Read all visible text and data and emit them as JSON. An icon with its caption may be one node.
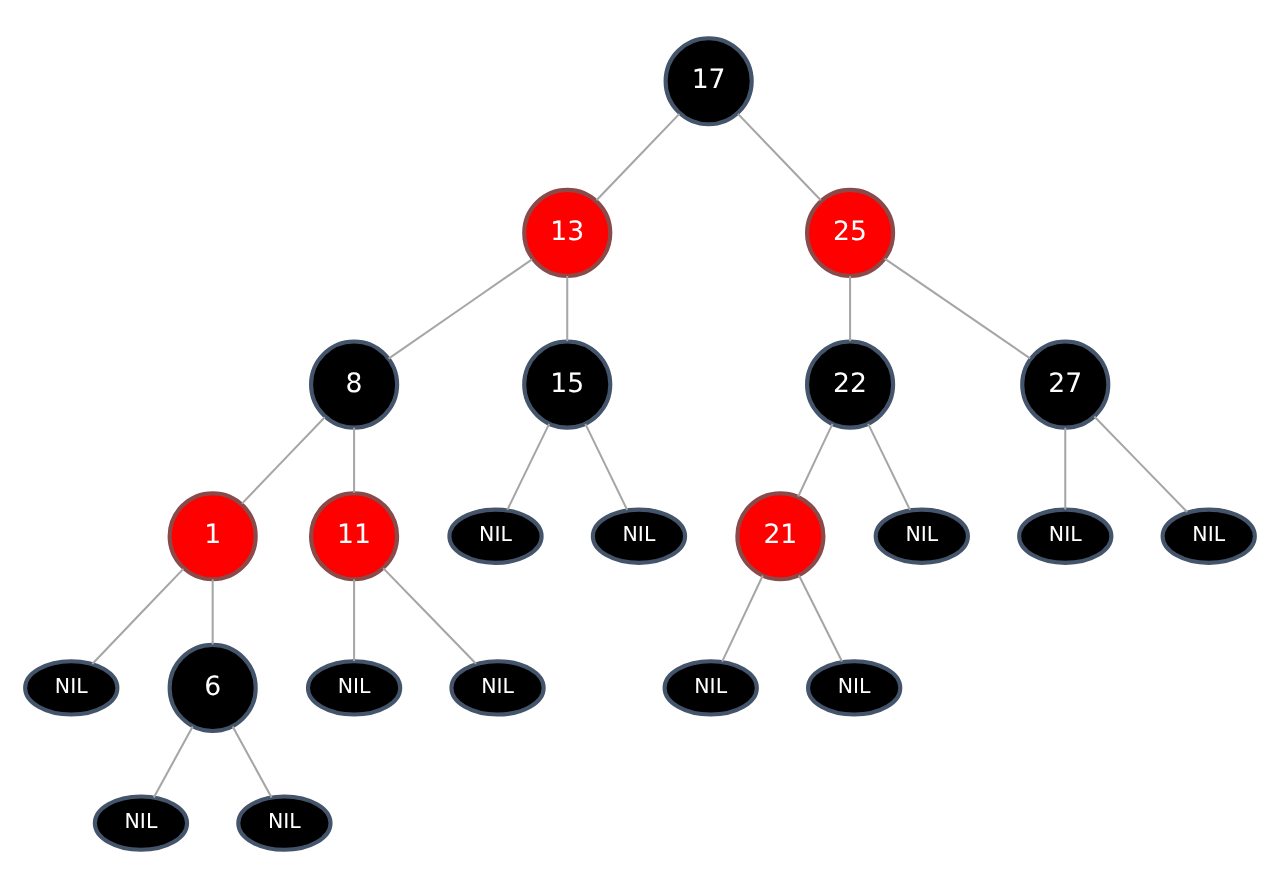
{
  "diagram": {
    "nodes": [
      {
        "text": [
          "17"
        ]
      },
      {
        "text": [
          "13"
        ]
      },
      {
        "text": [
          "25"
        ]
      },
      {
        "text": [
          "8"
        ]
      },
      {
        "text": [
          "15"
        ]
      },
      {
        "text": [
          "22"
        ]
      },
      {
        "text": [
          "27"
        ]
      },
      {
        "text": [
          "1"
        ]
      },
      {
        "text": [
          "11"
        ]
      },
      {
        "text": [
          "NIL"
        ]
      },
      {
        "text": [
          "NIL"
        ]
      },
      {
        "text": [
          "21"
        ]
      },
      {
        "text": [
          "NIL"
        ]
      },
      {
        "text": [
          "NIL"
        ]
      },
      {
        "text": [
          "NIL"
        ]
      },
      {
        "text": [
          "NIL"
        ]
      },
      {
        "text": [
          "6"
        ]
      },
      {
        "text": [
          "NIL"
        ]
      },
      {
        "text": [
          "NIL"
        ]
      },
      {
        "text": [
          "NIL"
        ]
      },
      {
        "text": [
          "NIL"
        ]
      },
      {
        "text": [
          "NIL"
        ]
      },
      {
        "text": [
          "NIL"
        ]
      }
    ],
    "edges": [
      {
        "from": 0,
        "to": 1,
        "arrow": "none"
      },
      {
        "from": 0,
        "to": 2,
        "arrow": "none"
      },
      {
        "from": 1,
        "to": 3,
        "arrow": "none"
      },
      {
        "from": 1,
        "to": 4,
        "arrow": "none"
      },
      {
        "from": 2,
        "to": 5,
        "arrow": "none"
      },
      {
        "from": 2,
        "to": 6,
        "arrow": "none"
      },
      {
        "from": 3,
        "to": 7,
        "arrow": "none"
      },
      {
        "from": 3,
        "to": 8,
        "arrow": "none"
      },
      {
        "from": 4,
        "to": 9,
        "arrow": "none"
      },
      {
        "from": 4,
        "to": 10,
        "arrow": "none"
      },
      {
        "from": 5,
        "to": 11,
        "arrow": "none"
      },
      {
        "from": 5,
        "to": 12,
        "arrow": "none"
      },
      {
        "from": 6,
        "to": 13,
        "arrow": "none"
      },
      {
        "from": 6,
        "to": 14,
        "arrow": "none"
      },
      {
        "from": 7,
        "to": 15,
        "arrow": "none"
      },
      {
        "from": 7,
        "to": 16,
        "arrow": "none"
      },
      {
        "from": 8,
        "to": 17,
        "arrow": "none"
      },
      {
        "from": 8,
        "to": 18,
        "arrow": "none"
      },
      {
        "from": 11,
        "to": 19,
        "arrow": "none"
      },
      {
        "from": 11,
        "to": 20,
        "arrow": "none"
      },
      {
        "from": 16,
        "to": 21,
        "arrow": "none"
      },
      {
        "from": 16,
        "to": 22,
        "arrow": "none"
      }
    ]
  }
}
